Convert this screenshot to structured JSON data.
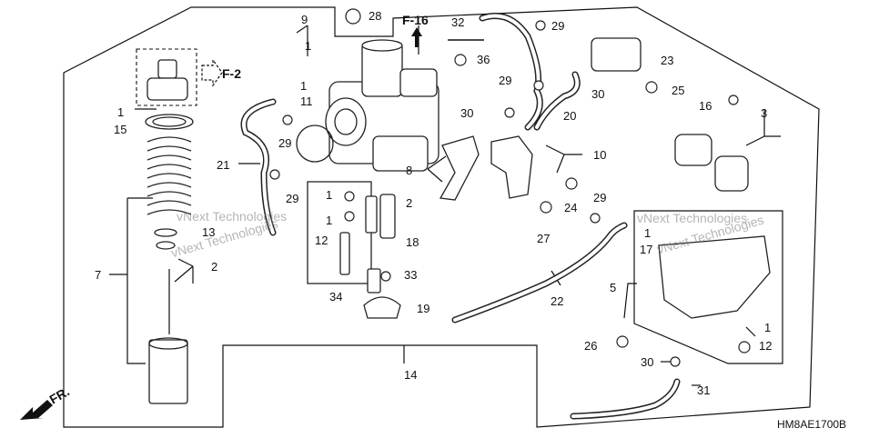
{
  "diagram": {
    "code": "HM8AE1700B",
    "front_label": "FR.",
    "refs": [
      "F-2",
      "F-16"
    ],
    "watermark": [
      "vNext Technologies",
      "vNext Technologies",
      "vNext Technologies",
      "vNext Technologies"
    ],
    "callouts": {
      "c1a": "1",
      "c1b": "1",
      "c1c": "1",
      "c1d": "1",
      "c1e": "1",
      "c1f": "1",
      "c1g": "1",
      "c2a": "2",
      "c2b": "2",
      "c3": "3",
      "c5": "5",
      "c7": "7",
      "c8": "8",
      "c9": "9",
      "c10": "10",
      "c11": "11",
      "c12a": "12",
      "c12b": "12",
      "c13": "13",
      "c14": "14",
      "c15": "15",
      "c16": "16",
      "c17": "17",
      "c18": "18",
      "c19": "19",
      "c20": "20",
      "c21": "21",
      "c22": "22",
      "c23": "23",
      "c24": "24",
      "c25": "25",
      "c26": "26",
      "c27": "27",
      "c28": "28",
      "c29a": "29",
      "c29b": "29",
      "c29c": "29",
      "c29d": "29",
      "c29e": "29",
      "c30a": "30",
      "c30b": "30",
      "c30c": "30",
      "c31": "31",
      "c32": "32",
      "c33": "33",
      "c34": "34",
      "c36": "36"
    }
  }
}
